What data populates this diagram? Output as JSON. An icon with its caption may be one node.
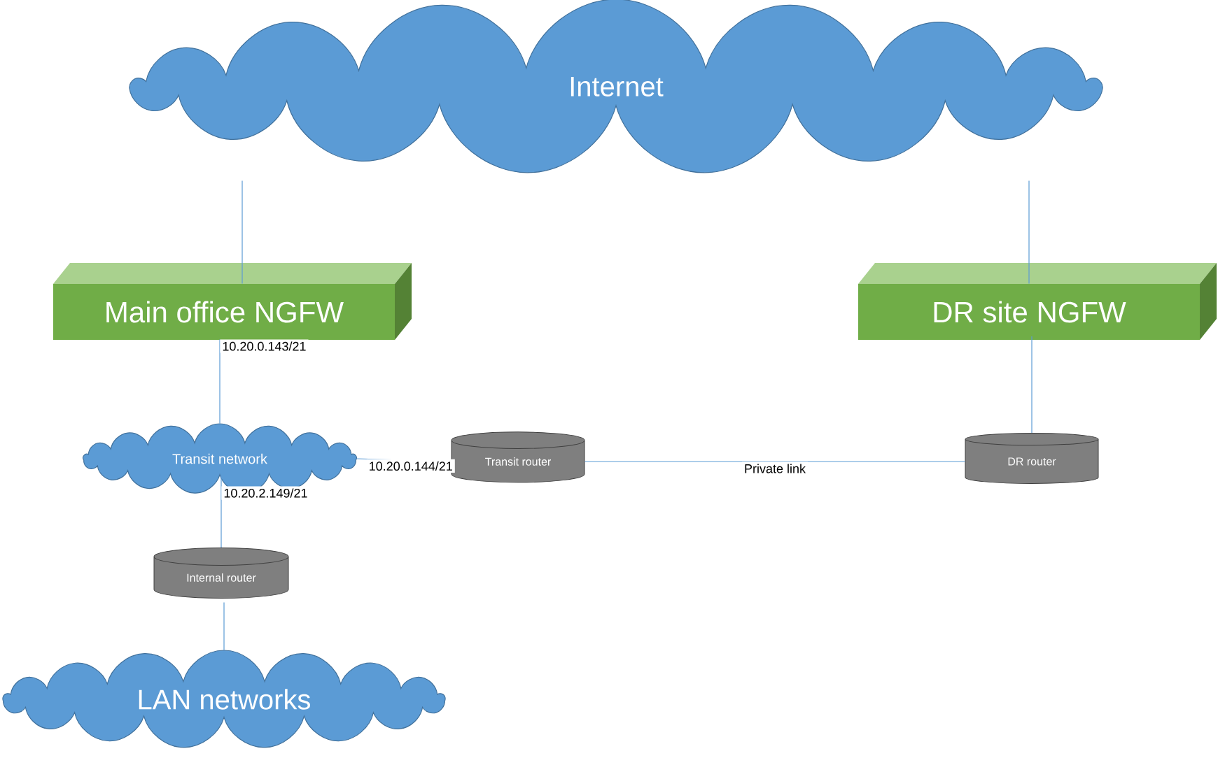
{
  "diagram": {
    "nodes": [
      {
        "text": [
          "Internet"
        ]
      },
      {
        "text": [
          "Main office NGFW"
        ]
      },
      {
        "text": [
          "DR site NGFW"
        ]
      },
      {
        "text": [
          "Transit network"
        ]
      },
      {
        "text": [
          "Transit router"
        ]
      },
      {
        "text": [
          "DR router"
        ]
      },
      {
        "text": [
          "Internal router"
        ]
      },
      {
        "text": [
          "LAN networks"
        ]
      }
    ],
    "edges": [
      {
        "from": 0,
        "to": 1,
        "arrow": "none"
      },
      {
        "from": 0,
        "to": 2,
        "arrow": "none"
      },
      {
        "from": 1,
        "to": 3,
        "arrow": "none",
        "label": "10.20.0.143/21"
      },
      {
        "from": 3,
        "to": 4,
        "arrow": "none",
        "label": "10.20.0.144/21"
      },
      {
        "from": 4,
        "to": 5,
        "arrow": "none",
        "label": "Private link"
      },
      {
        "from": 2,
        "to": 5,
        "arrow": "none"
      },
      {
        "from": 3,
        "to": 6,
        "arrow": "none",
        "label": "10.20.2.149/21"
      },
      {
        "from": 6,
        "to": 7,
        "arrow": "none"
      }
    ]
  }
}
